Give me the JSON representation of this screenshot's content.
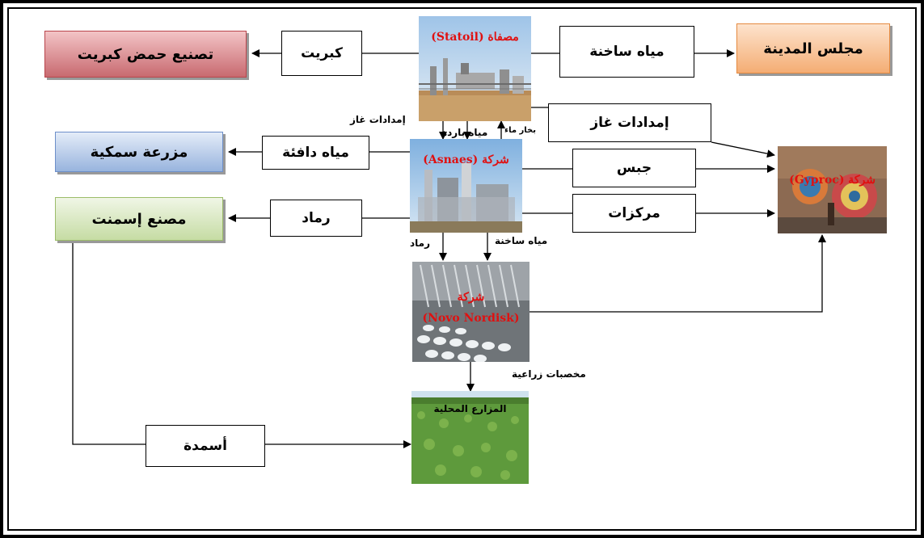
{
  "nodes": {
    "statoil": "مصفاة (Statoil)",
    "asnaes": "شركة (Asnaes)",
    "novo_line1": "شركة",
    "novo_line2": "(Novo Nordisk)",
    "gyproc": "شركة (Gyproc)",
    "farms": "المزارع المحلية"
  },
  "destinations": {
    "sulfuric_acid": "تصنيع حمض كبريت",
    "city_council": "مجلس المدينة",
    "fish_farm": "مزرعة سمكية",
    "cement_plant": "مصنع إسمنت"
  },
  "flows": {
    "sulfur": "كبريت",
    "hot_water_city": "مياه ساخنة",
    "gas_supply_gyproc": "إمدادات غاز",
    "warm_water": "مياه دافئة",
    "gypsum": "جبس",
    "ash_cement": "رماد",
    "concentrates": "مركزات",
    "fertilizers": "أسمدة"
  },
  "edge_labels": {
    "cold_water": "مياه باردة",
    "gas_supply_asnaes": "إمدادات غاز",
    "steam": "بخار ماء",
    "ash_novo": "رماد",
    "hot_water_novo": "مياه ساخنة",
    "agri_fertilizers": "مخصبات زراعية"
  }
}
